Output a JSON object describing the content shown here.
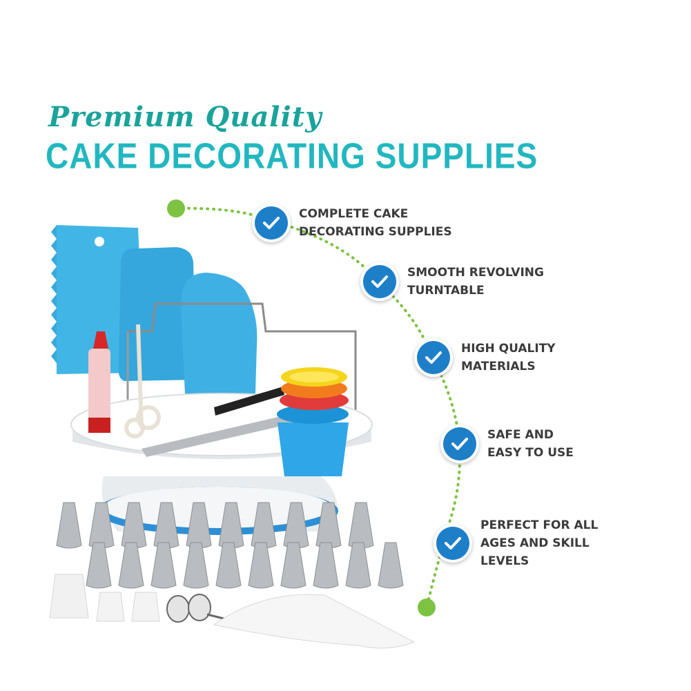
{
  "header": {
    "script_title": "Premium Quality",
    "main_title": "CAKE DECORATING SUPPLIES"
  },
  "features": [
    {
      "line1": "COMPLETE CAKE",
      "line2": "DECORATING SUPPLIES",
      "line3": ""
    },
    {
      "line1": "SMOOTH REVOLVING",
      "line2": "TURNTABLE",
      "line3": ""
    },
    {
      "line1": "HIGH QUALITY",
      "line2": "MATERIALS",
      "line3": ""
    },
    {
      "line1": "SAFE AND",
      "line2": "EASY TO USE",
      "line3": ""
    },
    {
      "line1": "PERFECT FOR ALL",
      "line2": "AGES AND SKILL",
      "line3": "LEVELS"
    }
  ],
  "colors": {
    "title_script": "#1aa39b",
    "title_main": "#22b7c0",
    "check_badge": "#1e7fc9",
    "path_dots": "#7dc242",
    "feature_text": "#3b3b3b"
  },
  "icons": {
    "feature_badge": "checkmark-icon",
    "path_endpoint": "green-dot-icon"
  }
}
